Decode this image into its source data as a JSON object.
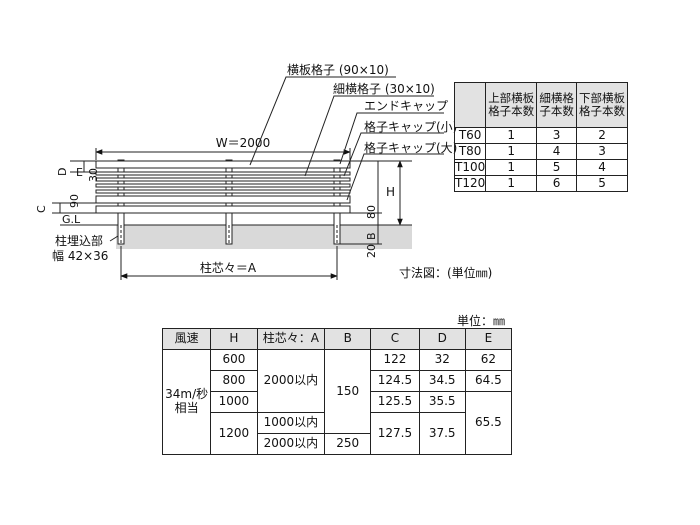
{
  "callouts": {
    "yokoita": "横板格子 (90×10)",
    "hosoyoko": "細横格子 (30×10)",
    "end_cap": "エンドキャップ",
    "cap_small": "格子キャップ(小)",
    "cap_large": "格子キャップ(大)"
  },
  "dims": {
    "width_label": "W＝2000",
    "pitch_label": "柱芯々＝A",
    "burial_label": "柱埋込部",
    "post_width_label": "幅 42×36",
    "gl_label": "G.L",
    "d_label": "D",
    "e_label": "E",
    "c_label": "C",
    "dim_30": "30",
    "dim_90": "90",
    "h_label": "H",
    "b_label": "B",
    "dim_80": "80",
    "dim_20": "20",
    "caption": "寸法図：(単位㎜)"
  },
  "type_table": {
    "headers": [
      "",
      "上部横板格子本数",
      "細横格子本数",
      "下部横板格子本数"
    ],
    "rows": [
      [
        "T60",
        "1",
        "3",
        "2"
      ],
      [
        "T80",
        "1",
        "4",
        "3"
      ],
      [
        "T100",
        "1",
        "5",
        "4"
      ],
      [
        "T120",
        "1",
        "6",
        "5"
      ]
    ]
  },
  "spec_table": {
    "unit": "単位：㎜",
    "headers": [
      "風速",
      "H",
      "柱芯々：A",
      "B",
      "C",
      "D",
      "E"
    ],
    "wind": "34m/秒相当",
    "h": [
      "600",
      "800",
      "1000",
      "1200"
    ],
    "a": [
      "2000以内",
      "1000以内",
      "2000以内"
    ],
    "b": [
      "150",
      "250"
    ],
    "c": [
      "122",
      "124.5",
      "125.5",
      "127.5"
    ],
    "d": [
      "32",
      "34.5",
      "35.5",
      "37.5"
    ],
    "e": [
      "62",
      "64.5",
      "65.5"
    ]
  }
}
